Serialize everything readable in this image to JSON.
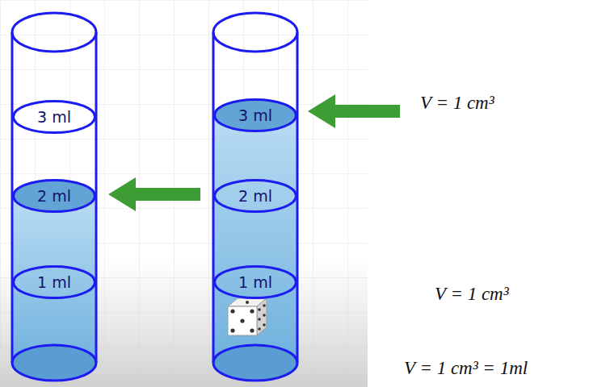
{
  "diagram": {
    "nodes": [
      {
        "text": [
          "3 ml"
        ]
      },
      {
        "text": [
          "2 ml"
        ]
      },
      {
        "text": [
          "1 ml"
        ]
      },
      {
        "text": [
          "3 ml"
        ]
      },
      {
        "text": [
          "2 ml"
        ]
      },
      {
        "text": [
          "1 ml"
        ]
      }
    ],
    "labels": [
      "V = 1 cm³",
      "V = 1 cm³",
      "V = 1 cm³ = 1ml"
    ]
  }
}
